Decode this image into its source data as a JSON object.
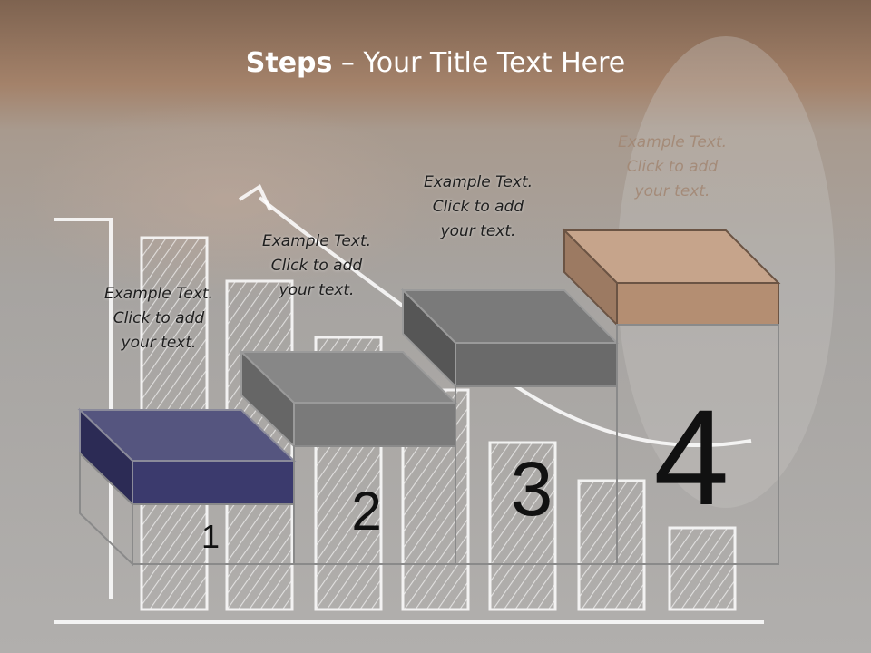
{
  "title": {
    "bold": "Steps",
    "rest": " – Your Title Text Here"
  },
  "colors": {
    "header_brown": "#8a6a52",
    "step1": "#3b3a6d",
    "step2": "#7a7a7a",
    "step3": "#6a6a6a",
    "step4": "#b48e72"
  },
  "steps": [
    {
      "number": "1",
      "caption": [
        "Example Text.",
        "Click  to add",
        "your text."
      ]
    },
    {
      "number": "2",
      "caption": [
        "Example Text.",
        "Click  to add",
        "your text."
      ]
    },
    {
      "number": "3",
      "caption": [
        "Example Text.",
        "Click  to add",
        "your text."
      ]
    },
    {
      "number": "4",
      "caption": [
        "Example Text.",
        "Click  to add",
        "your text."
      ]
    }
  ]
}
